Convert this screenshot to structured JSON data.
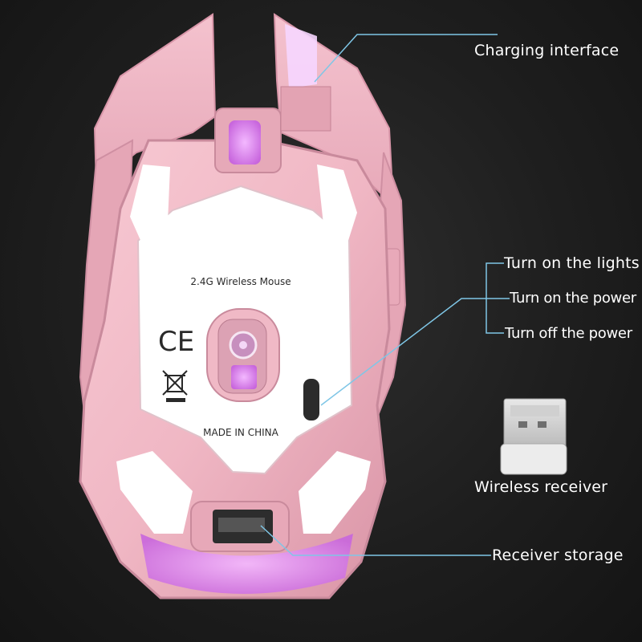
{
  "callouts": {
    "charging_interface": "Charging interface",
    "turn_on_lights": "Turn on the lights",
    "turn_on_power": "Turn on the power",
    "turn_off_power": "Turn off the power",
    "wireless_receiver": "Wireless receiver",
    "receiver_storage": "Receiver storage"
  },
  "mouse_print": {
    "model": "2.4G Wireless Mouse",
    "origin": "MADE IN CHINA",
    "ce_mark": "CE"
  },
  "colors": {
    "background": "#1e1e1e",
    "shell_pink": "#f2bcc8",
    "panel_white": "#ffffff",
    "glow_purple": "#d97be8",
    "callout_line": "#7fc6e6"
  }
}
